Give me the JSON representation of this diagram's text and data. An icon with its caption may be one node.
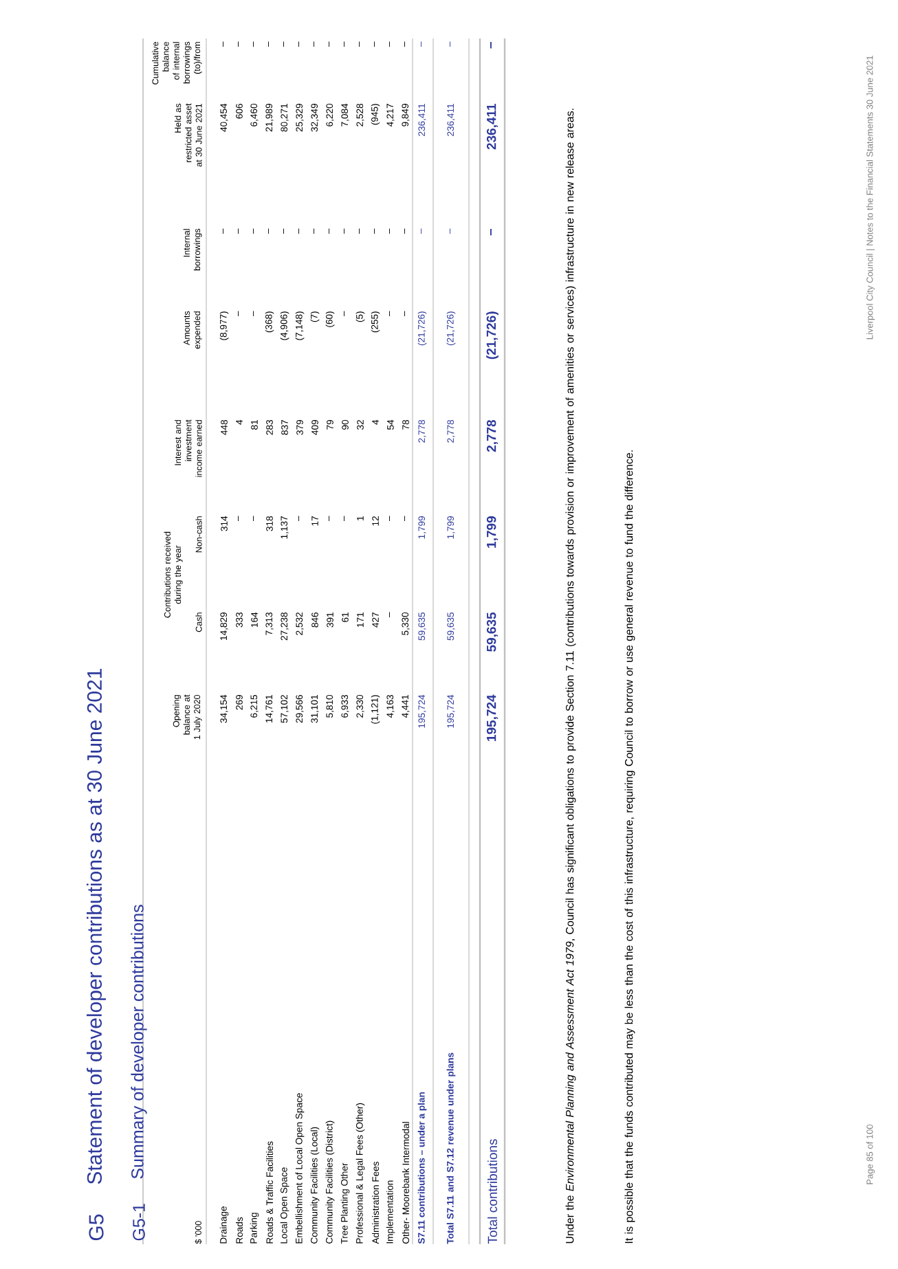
{
  "diagram": {
    "title": "Statement of developer contributions as at 30 June 2021",
    "labels": [
      "Liverpool City Council | Notes to the Financial Statements 30 June 2021",
      "G5",
      "G5-1",
      "Summary of developer contributions",
      "$ '000",
      "Opening balance at 1 July 2020",
      "Contributions received during the year",
      "Cash",
      "Non-cash",
      "Interest and investment income earned",
      "Amounts expended",
      "Internal borrowings",
      "Held as restricted asset at 30 June 2021",
      "Cumulative balance of internal borrowings (to)/from",
      "Drainage",
      "34,154",
      "14,829",
      "314",
      "448",
      "(8,977)",
      "–",
      "40,454",
      "–",
      "Roads",
      "269",
      "333",
      "–",
      "4",
      "–",
      "–",
      "606",
      "–",
      "Parking",
      "6,215",
      "164",
      "–",
      "81",
      "–",
      "–",
      "6,460",
      "–",
      "Roads & Traffic Facilities",
      "14,761",
      "7,313",
      "318",
      "283",
      "(368)",
      "–",
      "21,989",
      "–",
      "Local Open Space",
      "57,102",
      "27,238",
      "1,137",
      "837",
      "(4,906)",
      "–",
      "80,271",
      "–",
      "Embellishment of Local Open Space",
      "29,566",
      "2,532",
      "–",
      "379",
      "(7,148)",
      "–",
      "25,329",
      "–",
      "Community Facilities (Local)",
      "31,101",
      "846",
      "17",
      "409",
      "(7)",
      "–",
      "32,349",
      "–",
      "Community Facilities (District)",
      "5,810",
      "391",
      "–",
      "79",
      "(60)",
      "–",
      "6,220",
      "–",
      "Tree Planting Other",
      "6,933",
      "61",
      "–",
      "90",
      "–",
      "–",
      "7,084",
      "–",
      "Professional & Legal Fees (Other)",
      "2,330",
      "171",
      "1",
      "32",
      "(5)",
      "–",
      "2,528",
      "–",
      "Administration Fees",
      "(1,121)",
      "427",
      "12",
      "4",
      "(255)",
      "–",
      "(945)",
      "–",
      "Implementation",
      "4,163",
      "–",
      "–",
      "54",
      "–",
      "–",
      "4,217",
      "–",
      "Other- Moorebank Intermodal",
      "4,441",
      "5,330",
      "–",
      "78",
      "–",
      "–",
      "9,849",
      "–",
      "S7.11 contributions – under a plan",
      "195,724",
      "59,635",
      "1,799",
      "2,778",
      "(21,726)",
      "–",
      "236,411",
      "–",
      "Total S7.11 and S7.12 revenue under plans",
      "195,724",
      "59,635",
      "1,799",
      "2,778",
      "(21,726)",
      "–",
      "236,411",
      "–",
      "Total contributions",
      "195,724",
      "59,635",
      "1,799",
      "2,778",
      "(21,726)",
      "–",
      "236,411",
      "–",
      "Under the *Environmental Planning and Assessment Act 1979*, Council has significant obligations to provide Section 7.11 (contributions towards provision or improvement of amenities or services) infrastructure in new release areas.",
      "It is possible that the funds contributed may be less than the cost of this infrastructure, requiring Council to borrow or use general revenue to fund the difference.",
      "Page 85 of 100"
    ]
  }
}
